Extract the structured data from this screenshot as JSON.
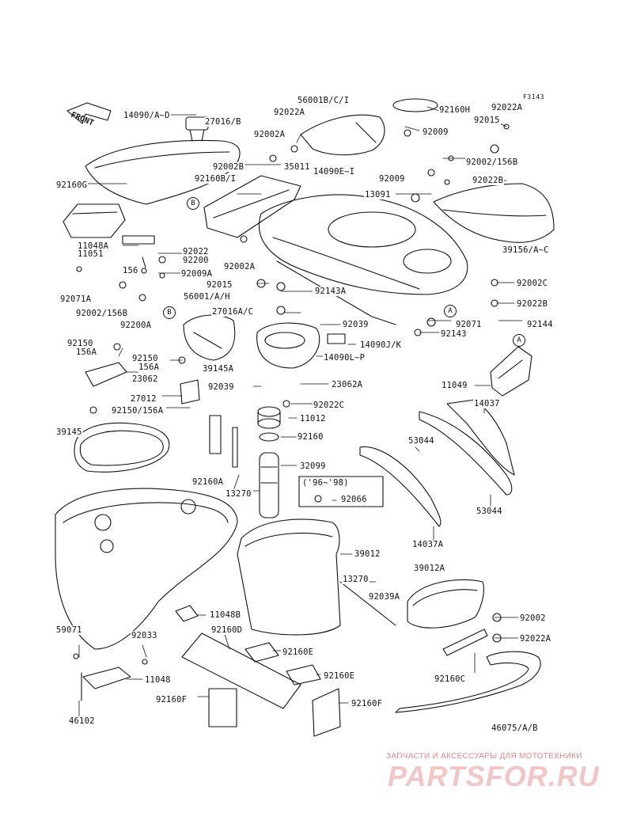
{
  "diagram": {
    "figure_code": "F3143",
    "front_label": "FRONT",
    "note_box": "('96~'98)",
    "watermark": {
      "tagline": "ЗАПЧАСТИ И АКСЕССУАРЫ ДЛЯ МОТОТЕХНИКИ",
      "brand": "PARTSFOR.RU",
      "color": "#f2c6c6"
    },
    "callouts": [
      "A",
      "A",
      "B",
      "B"
    ],
    "part_labels": [
      "56001B/C/I",
      "92160H",
      "92022A",
      "92015",
      "92009",
      "14090/A~D",
      "27016/B",
      "92022A",
      "92002A",
      "92002B",
      "35011",
      "14090E~I",
      "92160B/I",
      "92002/156B",
      "92009",
      "92022B",
      "13091",
      "92160G",
      "11048A",
      "11051",
      "92022",
      "92200",
      "156",
      "92009A",
      "92002A",
      "39156/A~C",
      "92071A",
      "92015",
      "92143A",
      "92002C",
      "92022B",
      "92002/156B",
      "92200A",
      "56001/A/H",
      "27016A/C",
      "92071",
      "92144",
      "92039",
      "92143",
      "92150",
      "156A",
      "14090J/K",
      "92150",
      "156A",
      "39145A",
      "14090L~P",
      "23062",
      "11049",
      "92039",
      "23062A",
      "27012",
      "92022C",
      "14037",
      "92150/156A",
      "11012",
      "39145",
      "92160",
      "53044",
      "32099",
      "92160A",
      "13270",
      "92066",
      "53044",
      "14037A",
      "39012",
      "39012A",
      "13270",
      "92039A",
      "92002",
      "11048B",
      "59071",
      "92033",
      "92160D",
      "92022A",
      "92160E",
      "92160E",
      "92160C",
      "11048",
      "92160F",
      "92160F",
      "46102",
      "46075/A/B"
    ]
  }
}
